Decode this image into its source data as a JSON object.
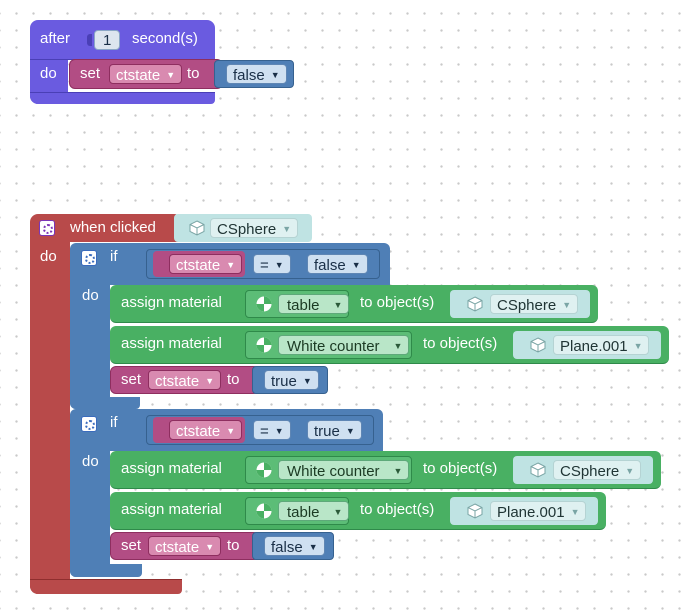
{
  "timer_block": {
    "after_label": "after",
    "seconds_value": "1",
    "seconds_label": "second(s)",
    "do_label": "do",
    "set_label": "set",
    "var_name": "ctstate",
    "to_label": "to",
    "value": "false"
  },
  "event_block": {
    "when_clicked_label": "when clicked",
    "object_name": "CSphere",
    "do_label": "do",
    "if_blocks": [
      {
        "if_label": "if",
        "var_name": "ctstate",
        "operator": "=",
        "compare_value": "false",
        "do_label": "do",
        "assigns": [
          {
            "assign_label": "assign material",
            "material": "table",
            "to_objects_label": "to object(s)",
            "object": "CSphere"
          },
          {
            "assign_label": "assign material",
            "material": "White counter",
            "to_objects_label": "to object(s)",
            "object": "Plane.001"
          }
        ],
        "set_label": "set",
        "set_var": "ctstate",
        "to_label": "to",
        "set_value": "true"
      },
      {
        "if_label": "if",
        "var_name": "ctstate",
        "operator": "=",
        "compare_value": "true",
        "do_label": "do",
        "assigns": [
          {
            "assign_label": "assign material",
            "material": "White counter",
            "to_objects_label": "to object(s)",
            "object": "CSphere"
          },
          {
            "assign_label": "assign material",
            "material": "table",
            "to_objects_label": "to object(s)",
            "object": "Plane.001"
          }
        ],
        "set_label": "set",
        "set_var": "ctstate",
        "to_label": "to",
        "set_value": "false"
      }
    ]
  },
  "colors": {
    "timer": "#6a5be0",
    "timer_dark": "#4a3fb6",
    "set": "#b24d84",
    "set_dark": "#8e2e5f",
    "logic": "#4f7fb6",
    "logic_dark": "#36618f",
    "event": "#b84a4a",
    "event_dark": "#8f2e2e",
    "material": "#49b063",
    "material_dark": "#2f8a4a",
    "object_block": "#bfe3e3"
  },
  "icons": {
    "gear": "gear-icon",
    "cube": "cube-icon",
    "material": "material-sphere-icon",
    "dropdown": "dropdown-arrow-icon"
  }
}
